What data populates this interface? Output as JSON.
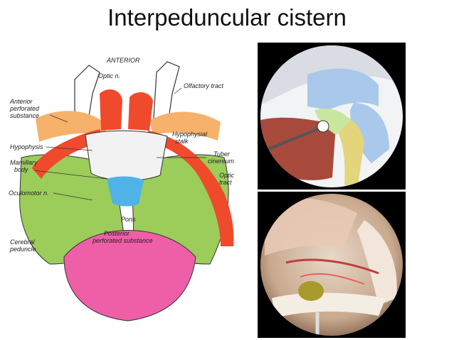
{
  "title": "Interpeduncular cistern",
  "diagram": {
    "labels": {
      "anterior": "ANTERIOR",
      "optic_n": "Optic n.",
      "olfactory_tract": "Olfactory tract",
      "anterior_perforated_1": "Anterior",
      "anterior_perforated_2": "perforated",
      "anterior_perforated_3": "substance",
      "hypophysial_1": "Hypophysial",
      "hypophysial_2": "stalk",
      "hypophysis": "Hypophysis",
      "tuber_1": "Tuber",
      "tuber_2": "cinereum",
      "mamillary_1": "Mamillary",
      "mamillary_2": "body",
      "optic_tract_1": "Optic",
      "optic_tract_2": "tract",
      "oculomotor": "Oculomotor n.",
      "pons": "Pons",
      "posterior_1": "Posterior",
      "posterior_2": "perforated substance",
      "cerebral_1": "Cerebral",
      "cerebral_2": "peduncle"
    }
  },
  "colors": {
    "optic_red": "#f04a2c",
    "perforated_orange": "#f6b26b",
    "peduncle_green": "#9ccc5a",
    "cistern_blue": "#4fb3e8",
    "pons_pink": "#ee5fa7"
  }
}
